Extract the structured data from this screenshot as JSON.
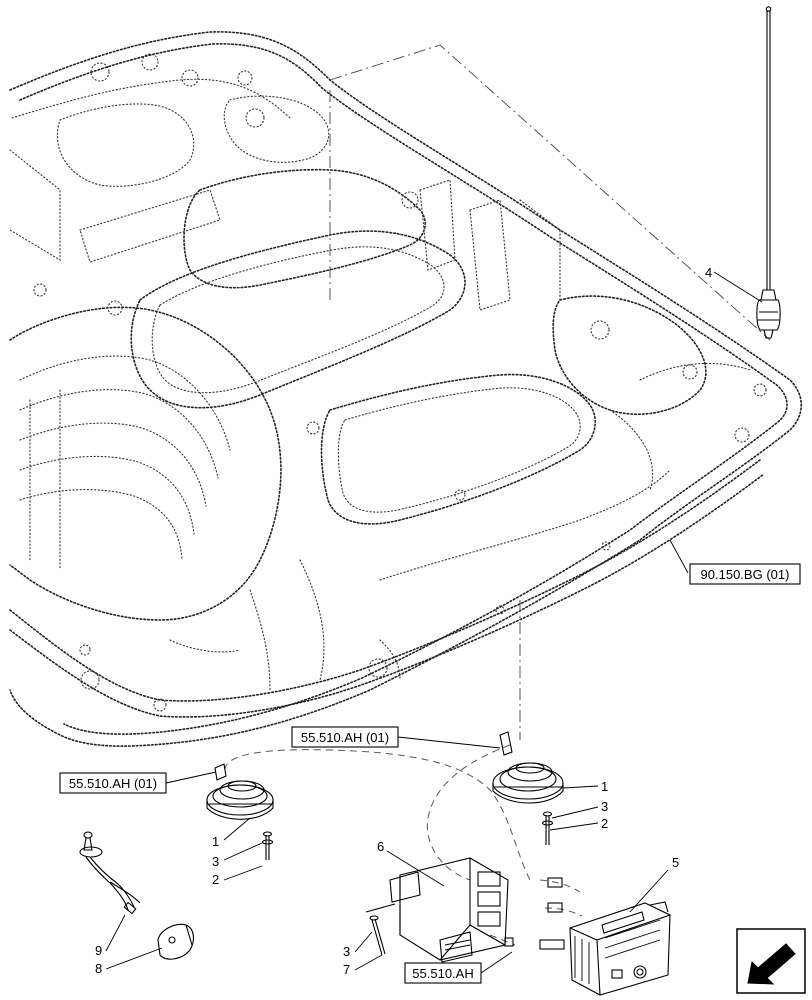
{
  "callouts": {
    "c1a": "1",
    "c1b": "1",
    "c2a": "2",
    "c2b": "2",
    "c3a": "3",
    "c3b": "3",
    "c3c": "3",
    "c4": "4",
    "c5": "5",
    "c6": "6",
    "c7": "7",
    "c8": "8",
    "c9": "9"
  },
  "references": {
    "roof": "90.150.BG (01)",
    "speaker_left": "55.510.AH (01)",
    "speaker_right": "55.510.AH (01)",
    "radio": "55.510.AH"
  },
  "icons": {
    "nav": "direction-arrow-icon"
  }
}
